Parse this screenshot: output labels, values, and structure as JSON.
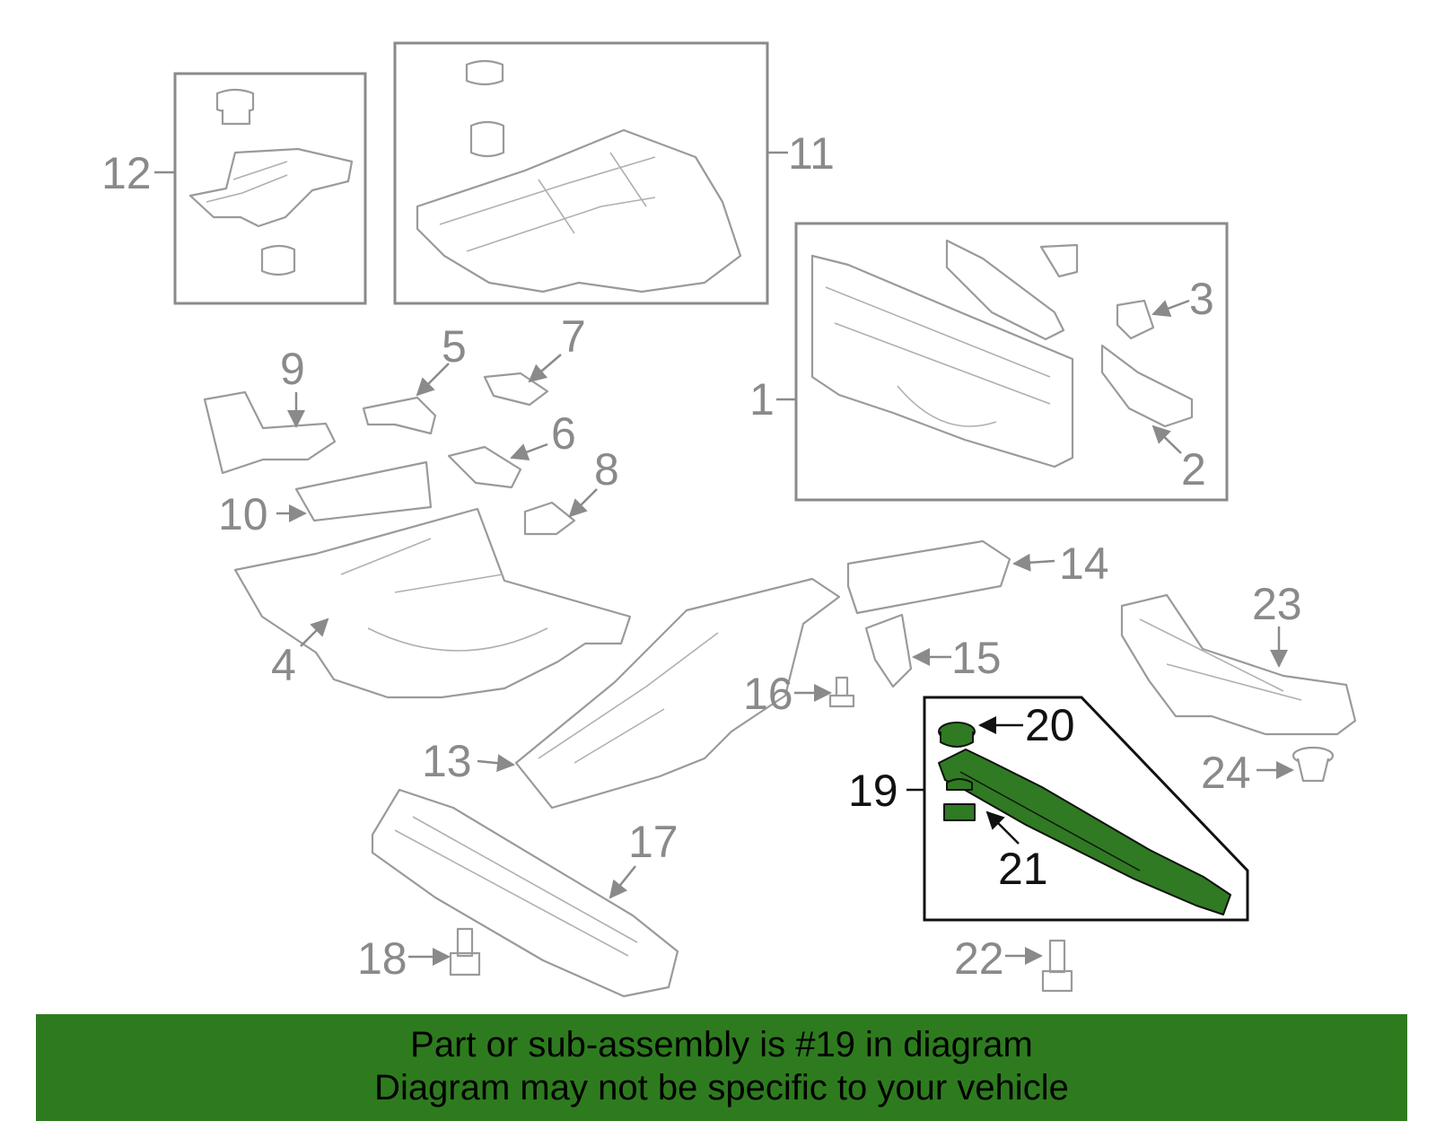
{
  "diagram": {
    "callouts": [
      "1",
      "2",
      "3",
      "4",
      "5",
      "6",
      "7",
      "8",
      "9",
      "10",
      "11",
      "12",
      "13",
      "14",
      "15",
      "16",
      "17",
      "18",
      "19",
      "20",
      "21",
      "22",
      "23",
      "24"
    ],
    "highlight_color": "#2f7a22",
    "line_color": "#9a9a9a"
  },
  "banner": {
    "line1": "Part or sub-assembly is #19 in diagram",
    "line2": "Diagram may not be specific to your vehicle",
    "background": "#2e7b1f"
  }
}
